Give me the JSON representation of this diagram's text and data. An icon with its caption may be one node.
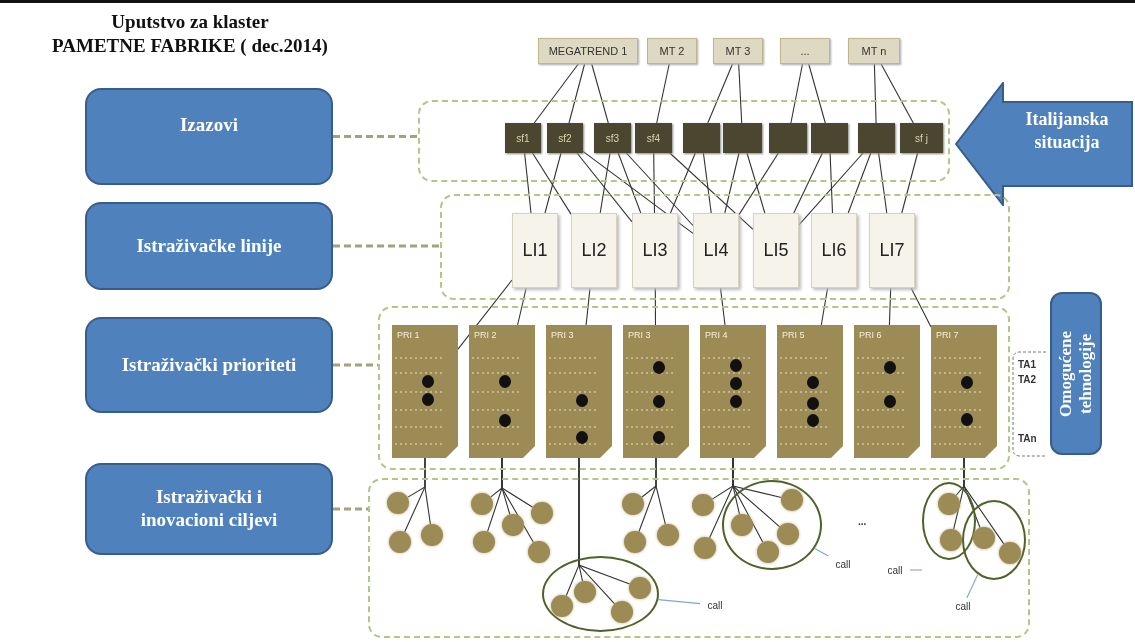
{
  "diagram": {
    "title": "Uputstvo za klaster PAMETNE FABRIKE ( dec.2014)",
    "nodes": [
      {
        "text": [
          "MEGATREND 1"
        ]
      },
      {
        "text": [
          "MT 2"
        ]
      },
      {
        "text": [
          "MT 3"
        ]
      },
      {
        "text": [
          "..."
        ]
      },
      {
        "text": [
          "MT n"
        ]
      },
      {
        "text": [
          "Izazovi"
        ]
      },
      {
        "text": [],
        "shape": "box"
      },
      {
        "text": [
          "sf1"
        ],
        "in": 6
      },
      {
        "text": [
          "sf2"
        ],
        "in": 6
      },
      {
        "text": [
          "sf3"
        ],
        "in": 6
      },
      {
        "text": [
          "sf4"
        ],
        "in": 6
      },
      {
        "text": [],
        "shape": "box",
        "in": 6
      },
      {
        "text": [],
        "shape": "box",
        "in": 6
      },
      {
        "text": [],
        "shape": "box",
        "in": 6
      },
      {
        "text": [],
        "shape": "box",
        "in": 6
      },
      {
        "text": [],
        "shape": "box",
        "in": 6
      },
      {
        "text": [
          "sf j"
        ],
        "in": 6
      },
      {
        "text": [
          "Italijanska situacija"
        ]
      },
      {
        "text": [
          "Istraživačke linije"
        ]
      },
      {
        "text": [],
        "shape": "box"
      },
      {
        "text": [
          "LI1"
        ],
        "in": 19
      },
      {
        "text": [
          "LI2"
        ],
        "in": 19
      },
      {
        "text": [
          "LI3"
        ],
        "in": 19
      },
      {
        "text": [
          "LI4"
        ],
        "in": 19
      },
      {
        "text": [
          "LI5"
        ],
        "in": 19
      },
      {
        "text": [
          "LI6"
        ],
        "in": 19
      },
      {
        "text": [
          "LI7"
        ],
        "in": 19
      },
      {
        "text": [
          "Istraživački prioriteti"
        ]
      },
      {
        "text": [],
        "shape": "box"
      },
      {
        "text": [
          "PRI 1"
        ],
        "in": 28
      },
      {
        "text": [
          "PRI 2"
        ],
        "in": 28
      },
      {
        "text": [
          "PRI 3"
        ],
        "in": 28
      },
      {
        "text": [
          "PRI 3"
        ],
        "in": 28
      },
      {
        "text": [
          "PRI 4"
        ],
        "in": 28
      },
      {
        "text": [
          "PRI 5"
        ],
        "in": 28
      },
      {
        "text": [
          "PRI 6"
        ],
        "in": 28
      },
      {
        "text": [
          "PRI 7"
        ],
        "in": 28
      },
      {
        "text": [
          "Omogućene tehnologije"
        ]
      },
      {
        "text": [
          "Istraživački i inovacioni ciljevi"
        ]
      },
      {
        "text": [],
        "shape": "box"
      },
      {
        "text": [],
        "shape": "circle",
        "in": 39
      },
      {
        "text": [],
        "shape": "circle",
        "in": 39
      },
      {
        "text": [],
        "shape": "circle",
        "in": 39
      },
      {
        "text": [],
        "shape": "circle",
        "in": 39
      },
      {
        "text": [],
        "shape": "circle",
        "in": 39
      },
      {
        "text": [],
        "shape": "circle",
        "in": 39
      },
      {
        "text": [],
        "shape": "circle",
        "in": 39
      },
      {
        "text": [],
        "shape": "circle",
        "in": 39
      },
      {
        "text": [],
        "shape": "ellipse",
        "in": 39
      },
      {
        "text": [],
        "shape": "circle",
        "in": 48
      },
      {
        "text": [],
        "shape": "circle",
        "in": 48
      },
      {
        "text": [],
        "shape": "circle",
        "in": 48
      },
      {
        "text": [],
        "shape": "circle",
        "in": 48
      },
      {
        "text": [],
        "shape": "circle",
        "in": 39
      },
      {
        "text": [],
        "shape": "circle",
        "in": 39
      },
      {
        "text": [],
        "shape": "circle",
        "in": 39
      },
      {
        "text": [],
        "shape": "circle",
        "in": 39
      },
      {
        "text": [],
        "shape": "circle",
        "in": 39
      },
      {
        "text": [],
        "shape": "ellipse",
        "in": 39
      },
      {
        "text": [],
        "shape": "circle",
        "in": 58
      },
      {
        "text": [],
        "shape": "circle",
        "in": 58
      },
      {
        "text": [],
        "shape": "circle",
        "in": 58
      },
      {
        "text": [],
        "shape": "circle",
        "in": 58
      },
      {
        "text": [],
        "shape": "ellipse",
        "in": 39
      },
      {
        "text": [],
        "shape": "circle",
        "in": 63
      },
      {
        "text": [],
        "shape": "circle",
        "in": 63
      },
      {
        "text": [],
        "shape": "ellipse",
        "in": 39
      },
      {
        "text": [],
        "shape": "circle",
        "in": 66
      },
      {
        "text": [],
        "shape": "circle",
        "in": 66
      },
      {
        "text": [
          "call"
        ],
        "in": 39
      },
      {
        "text": [
          "call"
        ],
        "in": 39
      },
      {
        "text": [
          "call"
        ],
        "in": 39
      },
      {
        "text": [
          "call"
        ],
        "in": 39
      }
    ],
    "edges": [
      {
        "from": 0,
        "to": 7,
        "arrow": "none"
      },
      {
        "from": 0,
        "to": 8,
        "arrow": "none"
      },
      {
        "from": 0,
        "to": 9,
        "arrow": "none"
      },
      {
        "from": 1,
        "to": 10,
        "arrow": "none"
      },
      {
        "from": 2,
        "to": 11,
        "arrow": "none"
      },
      {
        "from": 2,
        "to": 12,
        "arrow": "none"
      },
      {
        "from": 3,
        "to": 13,
        "arrow": "none"
      },
      {
        "from": 3,
        "to": 14,
        "arrow": "none"
      },
      {
        "from": 4,
        "to": 15,
        "arrow": "none"
      },
      {
        "from": 4,
        "to": 16,
        "arrow": "none"
      },
      {
        "from": 5,
        "to": 6,
        "arrow": "none",
        "style": "dashed",
        "color": "#a3a27a"
      },
      {
        "from": 7,
        "to": 20,
        "arrow": "none"
      },
      {
        "from": 7,
        "to": 21,
        "arrow": "none"
      },
      {
        "from": 8,
        "to": 20,
        "arrow": "none"
      },
      {
        "from": 8,
        "to": 22,
        "arrow": "none"
      },
      {
        "from": 8,
        "to": 23,
        "arrow": "none"
      },
      {
        "from": 9,
        "to": 21,
        "arrow": "none"
      },
      {
        "from": 9,
        "to": 22,
        "arrow": "none"
      },
      {
        "from": 9,
        "to": 23,
        "arrow": "none"
      },
      {
        "from": 10,
        "to": 22,
        "arrow": "none"
      },
      {
        "from": 10,
        "to": 24,
        "arrow": "none"
      },
      {
        "from": 11,
        "to": 22,
        "arrow": "none"
      },
      {
        "from": 11,
        "to": 23,
        "arrow": "none"
      },
      {
        "from": 12,
        "to": 23,
        "arrow": "none"
      },
      {
        "from": 12,
        "to": 24,
        "arrow": "none"
      },
      {
        "from": 13,
        "to": 23,
        "arrow": "none"
      },
      {
        "from": 14,
        "to": 24,
        "arrow": "none"
      },
      {
        "from": 14,
        "to": 25,
        "arrow": "none"
      },
      {
        "from": 15,
        "to": 24,
        "arrow": "none"
      },
      {
        "from": 15,
        "to": 25,
        "arrow": "none"
      },
      {
        "from": 15,
        "to": 26,
        "arrow": "none"
      },
      {
        "from": 16,
        "to": 26,
        "arrow": "none"
      },
      {
        "from": 18,
        "to": 19,
        "arrow": "none",
        "style": "dashed",
        "color": "#a3a27a"
      },
      {
        "from": 20,
        "to": 29,
        "arrow": "none"
      },
      {
        "from": 20,
        "to": 30,
        "arrow": "none"
      },
      {
        "from": 21,
        "to": 31,
        "arrow": "none"
      },
      {
        "from": 22,
        "to": 32,
        "arrow": "none"
      },
      {
        "from": 23,
        "to": 33,
        "arrow": "none"
      },
      {
        "from": 25,
        "to": 34,
        "arrow": "none"
      },
      {
        "from": 26,
        "to": 35,
        "arrow": "none"
      },
      {
        "from": 26,
        "to": 36,
        "arrow": "none"
      },
      {
        "from": 27,
        "to": 28,
        "arrow": "none",
        "style": "dashed",
        "color": "#a3a27a"
      },
      {
        "from": 38,
        "to": 39,
        "arrow": "none",
        "style": "dashed",
        "color": "#a3a27a"
      },
      {
        "from": 29,
        "to": 40,
        "arrow": "none"
      },
      {
        "from": 29,
        "to": 41,
        "arrow": "none"
      },
      {
        "from": 29,
        "to": 42,
        "arrow": "none"
      },
      {
        "from": 30,
        "to": 43,
        "arrow": "none"
      },
      {
        "from": 30,
        "to": 44,
        "arrow": "none"
      },
      {
        "from": 30,
        "to": 45,
        "arrow": "none"
      },
      {
        "from": 30,
        "to": 46,
        "arrow": "none"
      },
      {
        "from": 30,
        "to": 47,
        "arrow": "none"
      },
      {
        "from": 31,
        "to": 49,
        "arrow": "none"
      },
      {
        "from": 31,
        "to": 50,
        "arrow": "none"
      },
      {
        "from": 31,
        "to": 51,
        "arrow": "none"
      },
      {
        "from": 31,
        "to": 52,
        "arrow": "none"
      },
      {
        "from": 32,
        "to": 53,
        "arrow": "none"
      },
      {
        "from": 32,
        "to": 54,
        "arrow": "none"
      },
      {
        "from": 32,
        "to": 55,
        "arrow": "none"
      },
      {
        "from": 33,
        "to": 56,
        "arrow": "none"
      },
      {
        "from": 33,
        "to": 57,
        "arrow": "none"
      },
      {
        "from": 33,
        "to": 59,
        "arrow": "none"
      },
      {
        "from": 33,
        "to": 60,
        "arrow": "none"
      },
      {
        "from": 33,
        "to": 61,
        "arrow": "none"
      },
      {
        "from": 33,
        "to": 62,
        "arrow": "none"
      },
      {
        "from": 36,
        "to": 64,
        "arrow": "none"
      },
      {
        "from": 36,
        "to": 65,
        "arrow": "none"
      },
      {
        "from": 36,
        "to": 67,
        "arrow": "none"
      },
      {
        "from": 36,
        "to": 68,
        "arrow": "none"
      },
      {
        "from": 69,
        "to": 58,
        "arrow": "none",
        "color": "#7fa7c9"
      },
      {
        "from": 70,
        "to": 48,
        "arrow": "none",
        "color": "#7fa7c9"
      },
      {
        "from": 71,
        "to": 63,
        "arrow": "none",
        "color": "#7fa7c9"
      },
      {
        "from": 72,
        "to": 66,
        "arrow": "none",
        "color": "#7fa7c9"
      }
    ],
    "labels": [
      "TA1",
      "TA2",
      "TAn",
      "..."
    ]
  }
}
